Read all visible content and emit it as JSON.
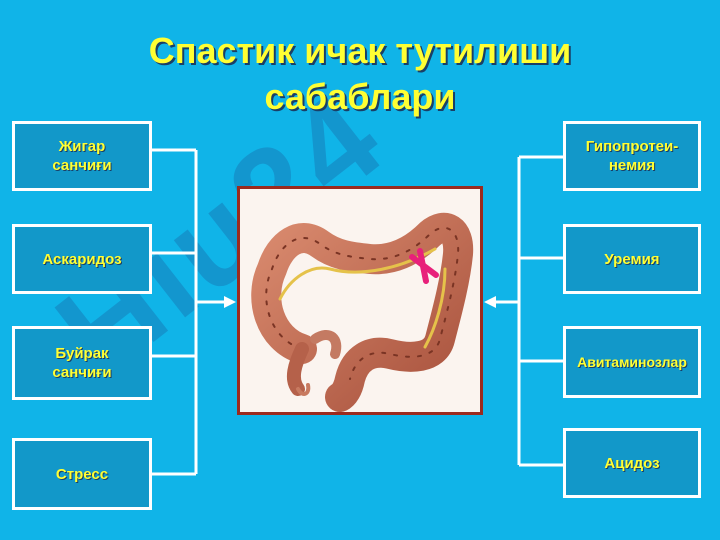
{
  "slide": {
    "title": "Спастик ичак тутилиши\nсабаблари",
    "left_causes": [
      {
        "label": "Жигар\nсанчиғи"
      },
      {
        "label": "Аскаридоз"
      },
      {
        "label": "Буйрак\nсанчиғи"
      },
      {
        "label": "Стресс"
      }
    ],
    "right_causes": [
      {
        "label": "Гипопротеи-\nнемия"
      },
      {
        "label": "Уремия"
      },
      {
        "label": "Авитаминозлар"
      },
      {
        "label": "Ацидоз"
      }
    ],
    "image": {
      "subject": "large-intestine-illustration",
      "marker": "pink-cross"
    },
    "watermark": "Hiu24",
    "colors": {
      "background": "#10b4e8",
      "box_fill": "#1298c9",
      "text": "#ffff33",
      "frame": "#9b2a1e",
      "connector": "#ffffff"
    }
  }
}
